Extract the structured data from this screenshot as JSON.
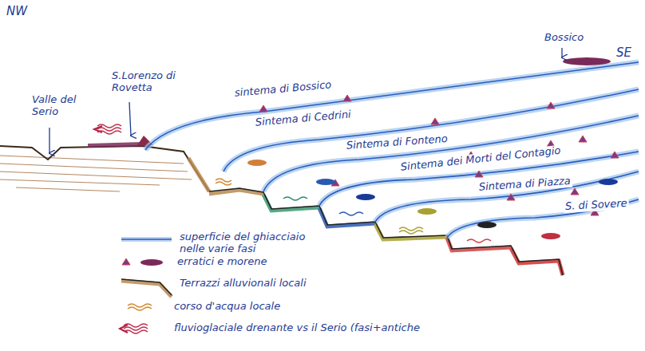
{
  "diagram": {
    "labels": [
      "NW",
      "SE",
      "Valle del Serio",
      "S.Lorenzo di Rovetta",
      "Bossico",
      "sintema di Bossico",
      "Sintema di Cedrini",
      "Sintema di Fonteno",
      "Sintema dei Morti del Contagio",
      "Sintema di Piazza",
      "S. di Sovere"
    ],
    "legend": [
      {
        "text": "superficie del ghiacciaio nelle varie fasi"
      },
      {
        "text": "erratici e morene"
      },
      {
        "text": "Terrazzi alluvionali locali"
      },
      {
        "text": "corso d'acqua locale"
      },
      {
        "text": "fluvioglaciale drenante vs il Serio (fasi+antiche"
      }
    ]
  }
}
